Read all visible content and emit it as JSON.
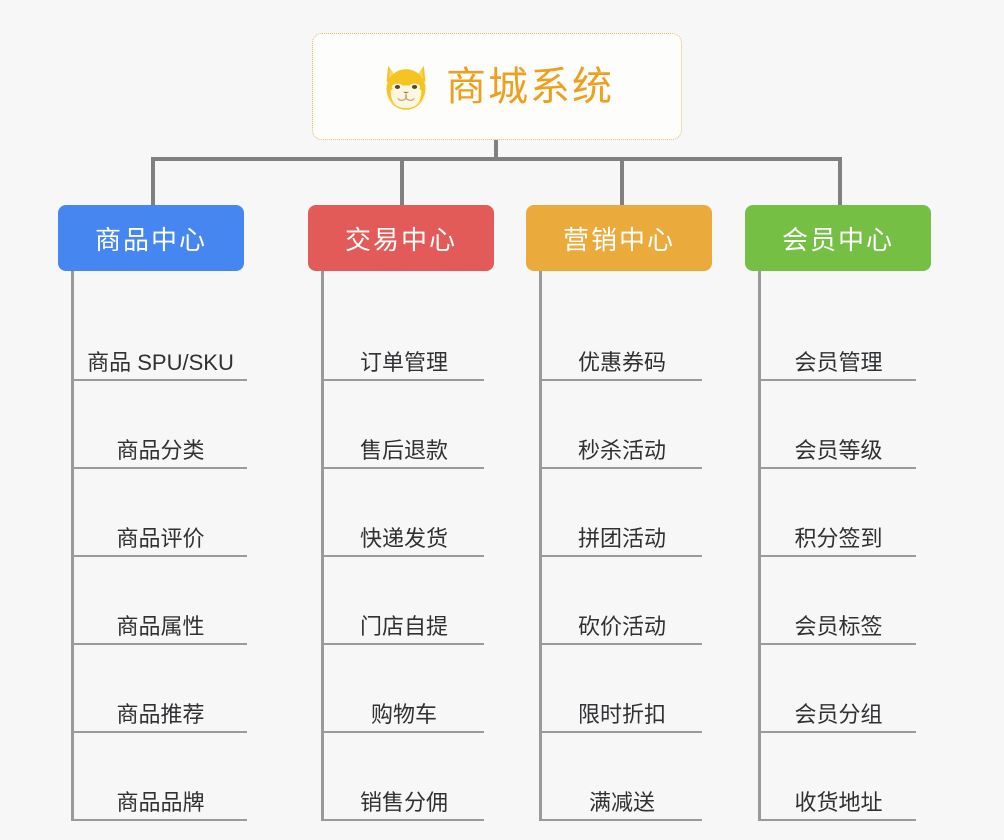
{
  "canvas": {
    "background": "#f7f7f7",
    "line_color": "#9a9a9a"
  },
  "root": {
    "label": "商城系统",
    "icon": "shiba-dog-face-icon",
    "text_color": "#eda01f",
    "border_color": "#e8b961",
    "background": "#fdfdfc"
  },
  "branches": [
    {
      "label": "商品中心",
      "color": "#4586f0",
      "items": [
        {
          "label": "商品 SPU/SKU"
        },
        {
          "label": "商品分类"
        },
        {
          "label": "商品评价"
        },
        {
          "label": "商品属性"
        },
        {
          "label": "商品推荐"
        },
        {
          "label": "商品品牌"
        }
      ]
    },
    {
      "label": "交易中心",
      "color": "#e35b58",
      "items": [
        {
          "label": "订单管理"
        },
        {
          "label": "售后退款"
        },
        {
          "label": "快递发货"
        },
        {
          "label": "门店自提"
        },
        {
          "label": "购物车"
        },
        {
          "label": "销售分佣"
        }
      ]
    },
    {
      "label": "营销中心",
      "color": "#eaaa3c",
      "items": [
        {
          "label": "优惠券码"
        },
        {
          "label": "秒杀活动"
        },
        {
          "label": "拼团活动"
        },
        {
          "label": "砍价活动"
        },
        {
          "label": "限时折扣"
        },
        {
          "label": "满减送"
        }
      ]
    },
    {
      "label": "会员中心",
      "color": "#75c044",
      "items": [
        {
          "label": "会员管理"
        },
        {
          "label": "会员等级"
        },
        {
          "label": "积分签到"
        },
        {
          "label": "会员标签"
        },
        {
          "label": "会员分组"
        },
        {
          "label": "收货地址"
        }
      ]
    }
  ]
}
